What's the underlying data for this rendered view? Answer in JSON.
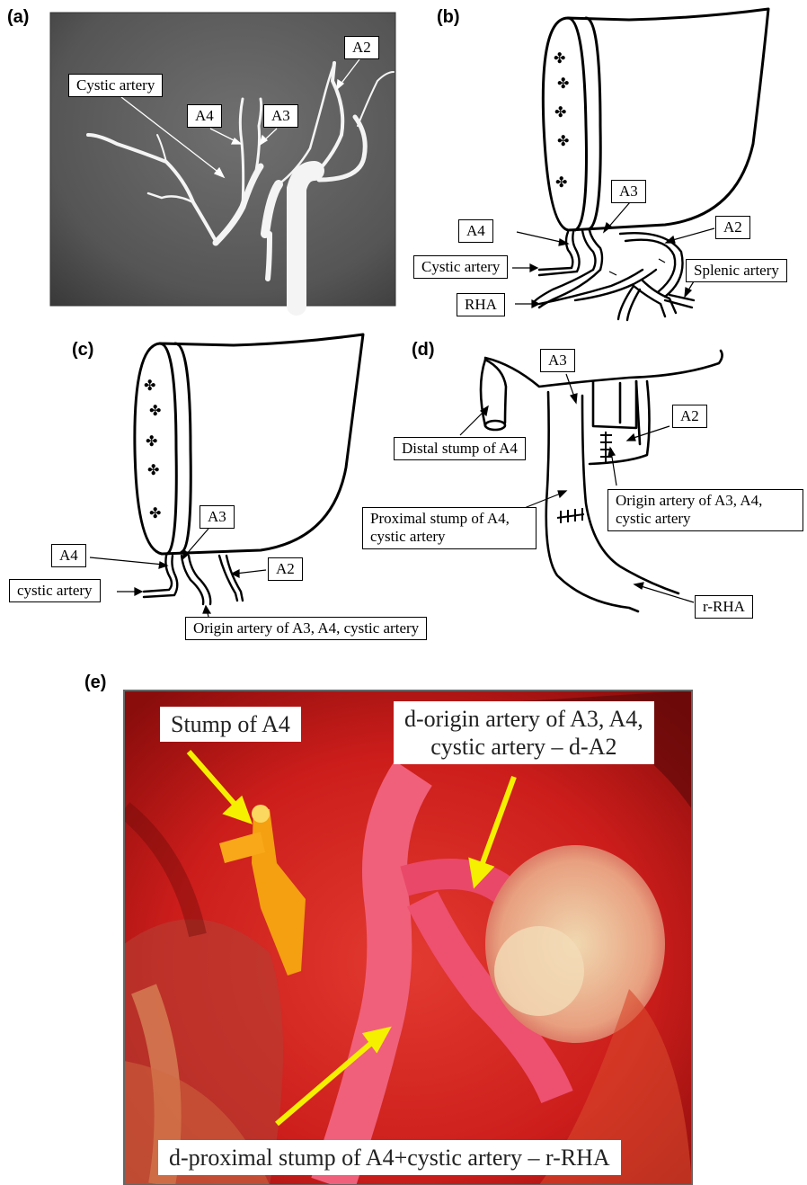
{
  "panels": {
    "a": {
      "letter": "(a)",
      "labels": {
        "a2": "A2",
        "cystic": "Cystic artery",
        "a4": "A4",
        "a3": "A3"
      }
    },
    "b": {
      "letter": "(b)",
      "labels": {
        "a3": "A3",
        "a4": "A4",
        "a2": "A2",
        "cystic": "Cystic artery",
        "splenic": "Splenic artery",
        "rha": "RHA"
      }
    },
    "c": {
      "letter": "(c)",
      "labels": {
        "a3": "A3",
        "a4": "A4",
        "cystic": "cystic artery",
        "a2": "A2",
        "origin": "Origin artery of A3, A4, cystic artery"
      }
    },
    "d": {
      "letter": "(d)",
      "labels": {
        "a3": "A3",
        "a2": "A2",
        "distal": "Distal stump of A4",
        "origin_l1": "Origin artery of A3, A4,",
        "origin_l2": "cystic artery",
        "proximal_l1": "Proximal stump of A4,",
        "proximal_l2": "cystic artery",
        "rrha": "r-RHA"
      }
    },
    "e": {
      "letter": "(e)",
      "labels": {
        "stump": "Stump of A4",
        "dorigin_l1": "d-origin artery of A3, A4,",
        "dorigin_l2": "cystic artery – d-A2",
        "dproximal": "d-proximal stump of A4+cystic artery – r-RHA"
      }
    }
  },
  "colors": {
    "arrow_yellow": "#f5f000",
    "tissue_red": "#d8201e",
    "angio_bg": "#5a5a5a"
  }
}
